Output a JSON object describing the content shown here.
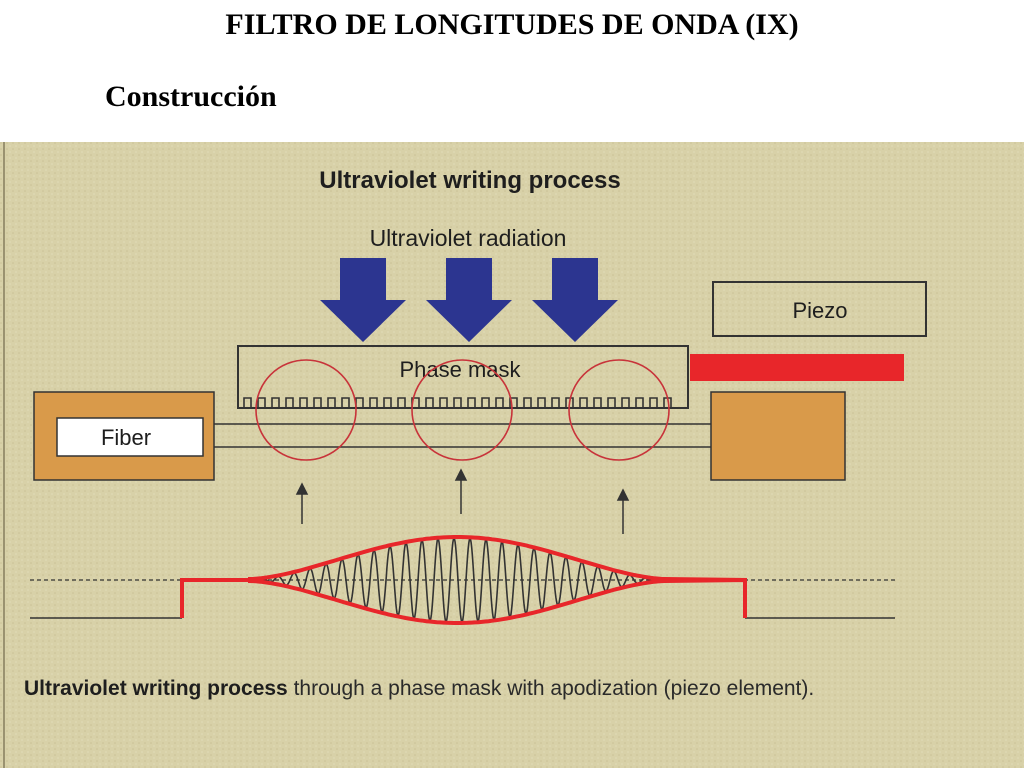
{
  "slide": {
    "title": "FILTRO DE LONGITUDES DE ONDA (IX)",
    "subtitle": "Construcción"
  },
  "diagram": {
    "heading": "Ultraviolet writing process",
    "radiation_label": "Ultraviolet radiation",
    "phase_mask_label": "Phase mask",
    "piezo_label": "Piezo",
    "fiber_label": "Fiber",
    "colors": {
      "background": "#d8d1a8",
      "arrow_blue": "#2c3590",
      "red": "#e8262a",
      "orange": "#d99a4a"
    }
  },
  "caption": {
    "bold": "Ultraviolet writing process",
    "rest": "through a phase mask with apodization (piezo element)."
  }
}
